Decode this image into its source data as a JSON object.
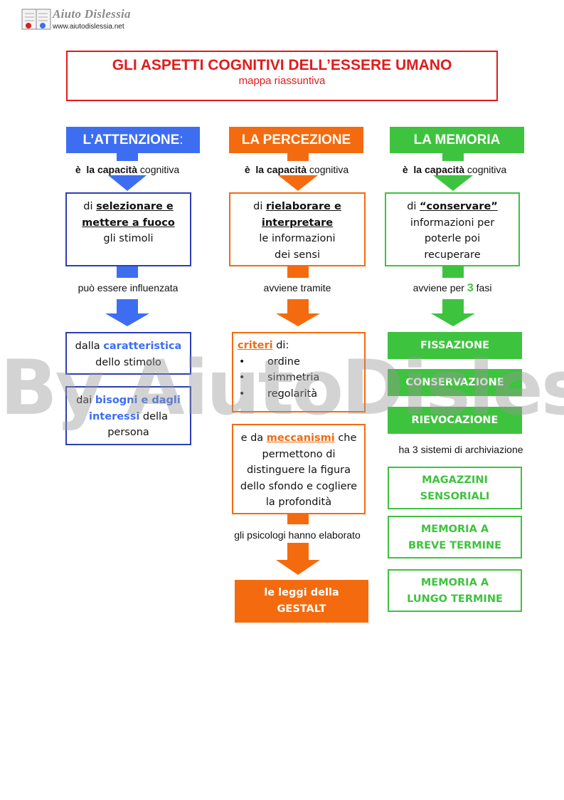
{
  "logo": {
    "name": "Aiuto Dislessia",
    "url": "www.aiutodislessia.net",
    "icon": "book-icon"
  },
  "title": {
    "main": "GLI ASPETTI COGNITIVI DELL’ESSERE UMANO",
    "sub": "mappa riassuntiva"
  },
  "colors": {
    "red": "#e21b1b",
    "blue": "#3d6ef2",
    "navy": "#2d3fb5",
    "orange": "#f46b0f",
    "green": "#3ec33e"
  },
  "common": {
    "cap_pre": "è",
    "cap_bold": "la capacità",
    "cap_post": "cognitiva"
  },
  "attenzione": {
    "header": "L’ATTENZIONE",
    "header_colon": ":",
    "def_pre": "di",
    "def_bold_1": "selezionare e",
    "def_bold_2": "mettere a fuoco",
    "def_rest": "gli stimoli",
    "link": "può essere influenzata",
    "f1_pre": "dalla",
    "f1_hl": "caratteristica",
    "f1_rest": "dello stimolo",
    "f2_pre": "dai",
    "f2_hl_1": "bisogni e dagli",
    "f2_hl_2": "interessi",
    "f2_post": "della",
    "f2_rest": "persona"
  },
  "percezione": {
    "header": "LA PERCEZIONE",
    "def_pre": "di",
    "def_bold_1": "rielaborare e",
    "def_bold_2": "interpretare",
    "def_line_3": "le informazioni",
    "def_line_4": "dei sensi",
    "link": "avviene tramite",
    "crit_hl": "criteri",
    "crit_post": "di:",
    "crit_items": [
      "ordine",
      "simmetria",
      "regolarità"
    ],
    "mec_pre": "e da",
    "mec_hl": "meccanismi",
    "mec_post": "che",
    "mec_l2": "permettono di",
    "mec_l3": "distinguere la figura",
    "mec_l4": "dello sfondo e cogliere",
    "mec_l5": "la profondità",
    "link2": "gli psicologi hanno elaborato",
    "gestalt_1": "le leggi della",
    "gestalt_2": "GESTALT"
  },
  "memoria": {
    "header": "LA MEMORIA",
    "def_pre": "di",
    "def_bold": "“conservare”",
    "def_l2": "informazioni  per",
    "def_l3": "poterle  poi",
    "def_l4": "recuperare",
    "link_pre": "avviene per",
    "link_num": "3",
    "link_post": "fasi",
    "phases": [
      "FISSAZIONE",
      "CONSERVAZIONE",
      "RIEVOCAZIONE"
    ],
    "sys_label": "ha 3 sistemi di archiviazione",
    "sys_1a": "MAGAZZINI",
    "sys_1b": "SENSORIALI",
    "sys_2a": "MEMORIA A",
    "sys_2b": "BREVE TERMINE",
    "sys_3a": "MEMORIA A",
    "sys_3b": "LUNGO TERMINE"
  },
  "watermark": "By AiutoDislessia.net"
}
